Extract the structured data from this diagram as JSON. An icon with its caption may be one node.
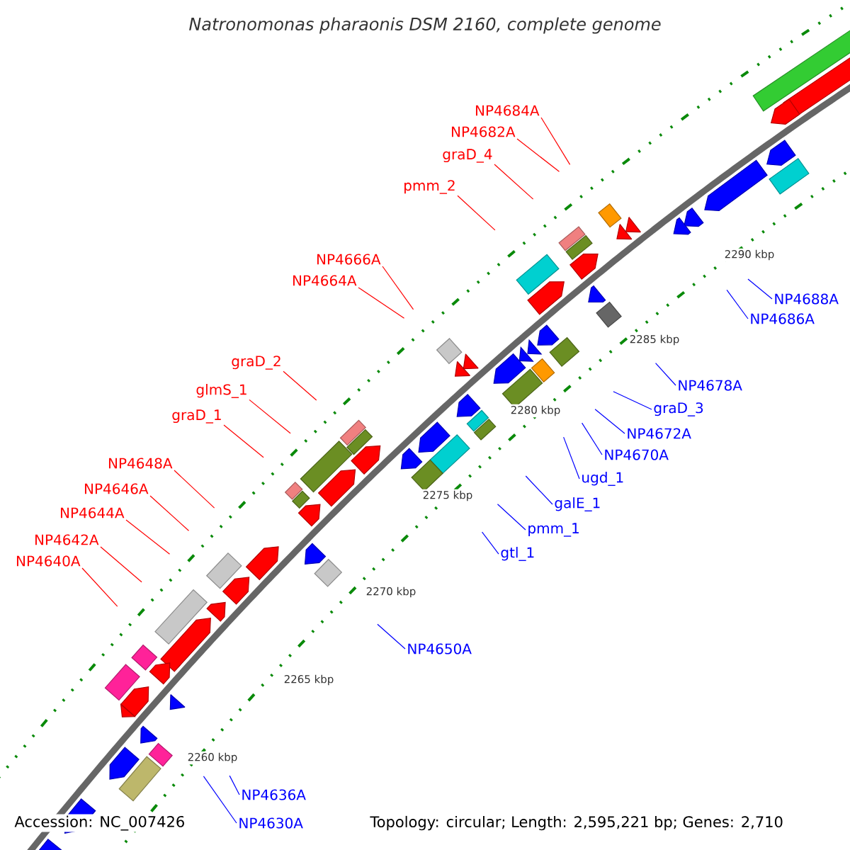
{
  "diagram": {
    "title": "Natronomonas pharaonis DSM 2160, complete genome",
    "nodes": [
      {
        "text": [
          "NP4684A"
        ]
      },
      {
        "text": [
          "NP4682A"
        ]
      },
      {
        "text": [
          "graD_4"
        ]
      },
      {
        "text": [
          "pmm_2"
        ]
      },
      {
        "text": [
          "NP4666A"
        ]
      },
      {
        "text": [
          "NP4664A"
        ]
      },
      {
        "text": [
          "graD_2"
        ]
      },
      {
        "text": [
          "glmS_1"
        ]
      },
      {
        "text": [
          "graD_1"
        ]
      },
      {
        "text": [
          "NP4648A"
        ]
      },
      {
        "text": [
          "NP4646A"
        ]
      },
      {
        "text": [
          "NP4644A"
        ]
      },
      {
        "text": [
          "NP4642A"
        ]
      },
      {
        "text": [
          "NP4640A"
        ]
      },
      {
        "text": [
          "NP4688A"
        ]
      },
      {
        "text": [
          "NP4686A"
        ]
      },
      {
        "text": [
          "NP4678A"
        ]
      },
      {
        "text": [
          "graD_3"
        ]
      },
      {
        "text": [
          "NP4672A"
        ]
      },
      {
        "text": [
          "NP4670A"
        ]
      },
      {
        "text": [
          "ugd_1"
        ]
      },
      {
        "text": [
          "galE_1"
        ]
      },
      {
        "text": [
          "pmm_1"
        ]
      },
      {
        "text": [
          "gtl_1"
        ]
      },
      {
        "text": [
          "NP4650A"
        ]
      },
      {
        "text": [
          "NP4636A"
        ]
      },
      {
        "text": [
          "NP4630A"
        ]
      }
    ],
    "edges": [
      {
        "from": 0,
        "to": null,
        "arrow": "none"
      },
      {
        "from": 1,
        "to": null,
        "arrow": "none"
      },
      {
        "from": 2,
        "to": null,
        "arrow": "none"
      },
      {
        "from": 3,
        "to": null,
        "arrow": "none"
      },
      {
        "from": 4,
        "to": null,
        "arrow": "none"
      },
      {
        "from": 5,
        "to": null,
        "arrow": "none"
      },
      {
        "from": 6,
        "to": null,
        "arrow": "none"
      },
      {
        "from": 7,
        "to": null,
        "arrow": "none"
      },
      {
        "from": 8,
        "to": null,
        "arrow": "none"
      },
      {
        "from": 9,
        "to": null,
        "arrow": "none"
      },
      {
        "from": 10,
        "to": null,
        "arrow": "none"
      },
      {
        "from": 11,
        "to": null,
        "arrow": "none"
      },
      {
        "from": 12,
        "to": null,
        "arrow": "none"
      },
      {
        "from": 13,
        "to": null,
        "arrow": "none"
      },
      {
        "from": 14,
        "to": null,
        "arrow": "none",
        "color": "#0000ff"
      },
      {
        "from": 15,
        "to": null,
        "arrow": "none",
        "color": "#0000ff"
      },
      {
        "from": 16,
        "to": null,
        "arrow": "none",
        "color": "#0000ff"
      },
      {
        "from": 17,
        "to": null,
        "arrow": "none",
        "color": "#0000ff"
      },
      {
        "from": 18,
        "to": null,
        "arrow": "none",
        "color": "#0000ff"
      },
      {
        "from": 19,
        "to": null,
        "arrow": "none",
        "color": "#0000ff"
      },
      {
        "from": 20,
        "to": null,
        "arrow": "none",
        "color": "#0000ff"
      },
      {
        "from": 21,
        "to": null,
        "arrow": "none",
        "color": "#0000ff"
      },
      {
        "from": 22,
        "to": null,
        "arrow": "none",
        "color": "#0000ff"
      },
      {
        "from": 23,
        "to": null,
        "arrow": "none",
        "color": "#0000ff"
      },
      {
        "from": 24,
        "to": null,
        "arrow": "none",
        "color": "#0000ff"
      },
      {
        "from": 25,
        "to": null,
        "arrow": "none",
        "color": "#0000ff"
      },
      {
        "from": 26,
        "to": null,
        "arrow": "none",
        "color": "#0000ff"
      }
    ],
    "labels": [
      "2290 kbp",
      "2285 kbp",
      "2280 kbp",
      "2275 kbp",
      "2270 kbp",
      "2265 kbp",
      "2260 kbp",
      "Accession: NC_007426",
      "Topology: circular; Length: 2,595,221 bp; Genes: 2,710"
    ]
  }
}
